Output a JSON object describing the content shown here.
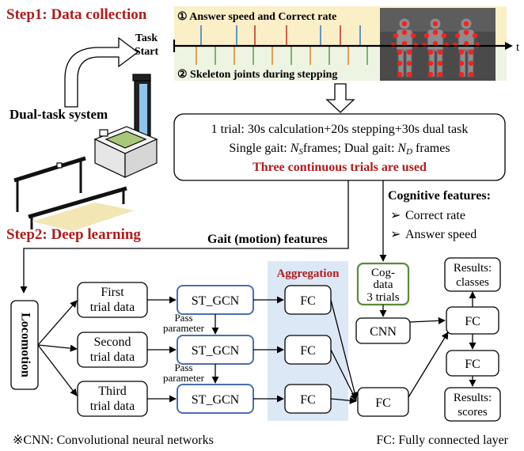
{
  "step1_title": "Step1: Data collection",
  "step2_title": "Step2: Deep learning",
  "timeline": {
    "item1": "① Answer speed and Correct rate",
    "item2": "② Skeleton joints during stepping",
    "task_start_line1": "Task",
    "task_start_line2": "Start",
    "axis_label": "t"
  },
  "dual_task_label": "Dual-task system",
  "trial_box": {
    "line1": "1 trial: 30s calculation+20s stepping+30s dual task",
    "line2_a": "Single gait: ",
    "line2_ns": "N",
    "line2_ns_sub": "S",
    "line2_b": "frames; Dual gait: ",
    "line2_nd": "N",
    "line2_nd_sub": "D",
    "line2_c": " frames",
    "line3": "Three continuous trials are used"
  },
  "cognitive": {
    "title": "Cognitive features:",
    "item1": "Correct rate",
    "item2": "Answer speed"
  },
  "gait_features": "Gait (motion) features",
  "locomotion": "Locomotion",
  "trials": [
    {
      "line1": "First",
      "line2": "trial data"
    },
    {
      "line1": "Second",
      "line2": "trial data"
    },
    {
      "line1": "Third",
      "line2": "trial data"
    }
  ],
  "st_gcn": "ST_GCN",
  "pass_param_line1": "Pass",
  "pass_param_line2": "parameter",
  "aggregation": "Aggregation",
  "fc": "FC",
  "cog_data": {
    "line1": "Cog-",
    "line2": "data",
    "line3": "3 trials"
  },
  "cnn": "CNN",
  "results_classes": {
    "line1": "Results:",
    "line2": "classes"
  },
  "results_scores": {
    "line1": "Results:",
    "line2": "scores"
  },
  "footnote_left": "※CNN: Convolutional neural networks",
  "footnote_right": "FC: Fully connected layer",
  "colors": {
    "step_red": "#b01c1c",
    "timeline_bg": "#fbefc8",
    "timeline_bg2": "#eef4e2",
    "aggregation_bg": "#dce8f5",
    "st_gcn_border": "#4a6fb0",
    "cog_border": "#5c8a3a"
  }
}
